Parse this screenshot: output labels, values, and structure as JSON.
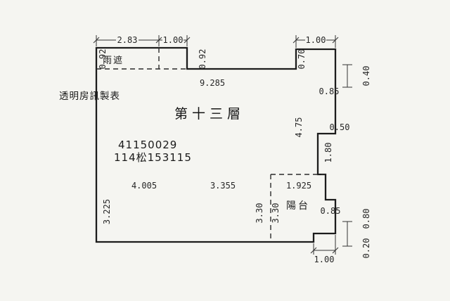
{
  "drawing": {
    "title": "第十三層",
    "watermark": "透明房訊製表",
    "code_line1": "41150029",
    "code_line2": "114松153115",
    "labels": {
      "rain_shield": "雨遮",
      "balcony": "陽台"
    },
    "dims": {
      "top_a": "2.83",
      "top_b": "1.00",
      "top_right": "1.00",
      "left_upper_v": "0.92",
      "inner_upper_v": "0.92",
      "top_width": "9.285",
      "step_v": "0.70",
      "far_right_top": "0.40",
      "right_1": "0.85",
      "right_2": "0.50",
      "right_3": "1.80",
      "interior_right_v": "4.75",
      "bottom_a": "4.005",
      "bottom_b": "3.355",
      "bottom_c": "1.925",
      "balcony_v1": "3.30",
      "balcony_v2": "3.30",
      "left_lower_v": "3.225",
      "balcony_right": "0.85",
      "far_right_mid": "0.80",
      "far_right_bottom": "0.20",
      "bottom_right": "1.00"
    },
    "colors": {
      "ink": "#1c1c1c",
      "background": "#f5f5f1"
    }
  }
}
